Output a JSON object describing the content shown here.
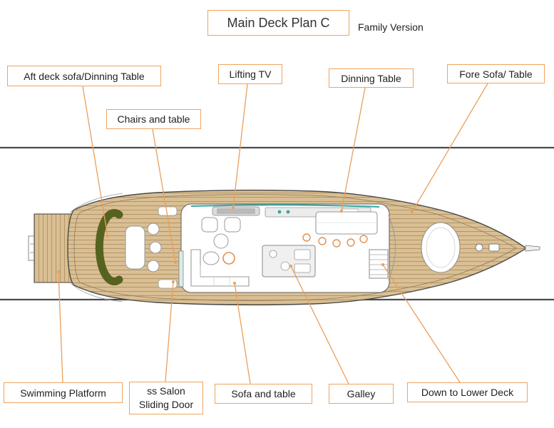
{
  "title": {
    "text": "Main Deck Plan C",
    "version": "Family Version"
  },
  "callouts": {
    "aft_sofa": "Aft deck sofa/Dinning Table",
    "chairs_table": "Chairs and  table",
    "lifting_tv": "Lifting TV",
    "dinning_table": "Dinning Table",
    "fore_sofa": "Fore Sofa/ Table",
    "swimming_platform": "Swimming Platform",
    "sliding_door_line1": "ss Salon",
    "sliding_door_line2": "Sliding Door",
    "sofa_table": "Sofa and table",
    "galley": "Galley",
    "down_lower_deck": "Down to Lower Deck"
  },
  "colors": {
    "callout_border": "#f0a35f",
    "leader_line": "#ea9f5b",
    "deck_teak": "#d9bf93",
    "plank_line": "#b09263",
    "aft_sofa_green": "#55631f",
    "teal_accent": "#35a8a0",
    "reference_line": "#4b4b4b"
  }
}
